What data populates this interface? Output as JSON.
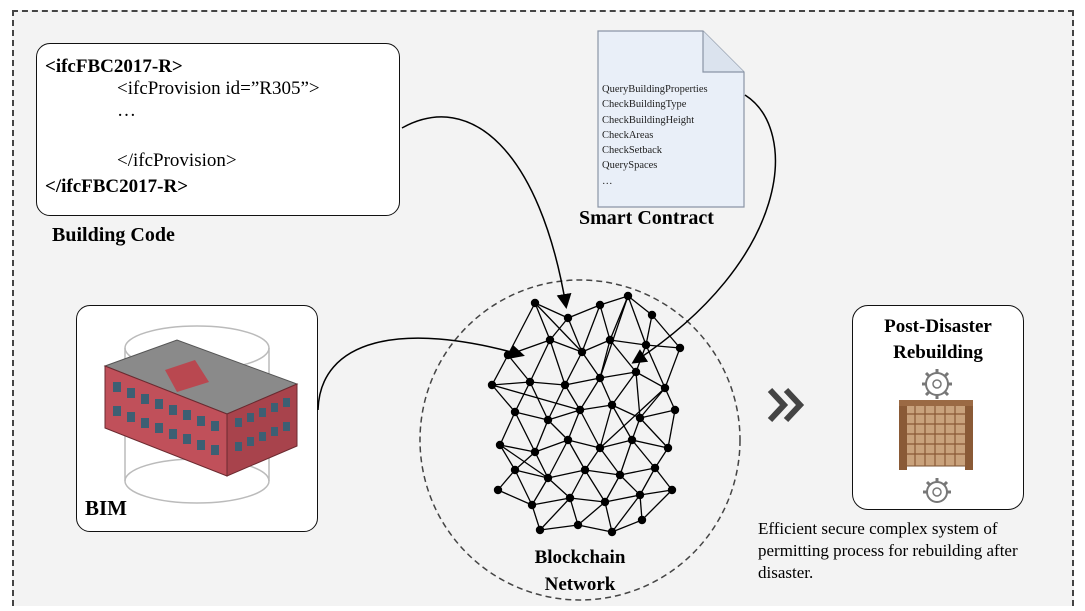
{
  "building_code": {
    "lines": [
      "<ifcFBC2017-R>",
      "<ifcProvision id=”R305”>",
      "…",
      "</ifcProvision>",
      "</ifcFBC2017-R>"
    ],
    "label": "Building Code"
  },
  "smart_contract": {
    "lines": [
      "QueryBuildingProperties",
      "CheckBuildingType",
      "CheckBuildingHeight",
      "CheckAreas",
      "CheckSetback",
      "QuerySpaces",
      "…"
    ],
    "label": "Smart Contract"
  },
  "bim": {
    "label": "BIM"
  },
  "blockchain": {
    "label_line1": "Blockchain",
    "label_line2": "Network"
  },
  "post_disaster": {
    "title_line1": "Post-Disaster",
    "title_line2": "Rebuilding"
  },
  "description": {
    "line1": "Efficient secure complex system of",
    "line2": "permitting process for rebuilding after",
    "line3": "disaster."
  },
  "colors": {
    "background": "#f3f3f3",
    "doc_fill": "#e9eff8",
    "building_brick": "#c0505a",
    "building_roof": "#8a8a8a",
    "wood": "#a0704c"
  },
  "icons": [
    "gear-icon",
    "double-chevron-icon"
  ]
}
